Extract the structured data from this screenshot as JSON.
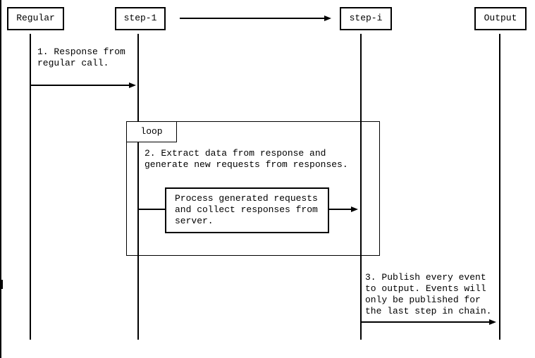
{
  "diagram": {
    "background": "#ffffff",
    "line_color": "#000000",
    "participants": [
      {
        "id": "regular",
        "label": "Regular"
      },
      {
        "id": "step-1",
        "label": "step-1"
      },
      {
        "id": "step-i",
        "label": "step-i"
      },
      {
        "id": "output",
        "label": "Output"
      }
    ],
    "loop": {
      "label": "loop"
    },
    "messages": [
      {
        "text": "1. Response from\nregular call."
      },
      {
        "text": "2. Extract data from response and\ngenerate new requests from responses."
      },
      {
        "text": "3. Publish every event\nto output. Events will\nonly be published for\nthe last step in chain."
      }
    ],
    "process_box": {
      "text": "Process generated requests\nand collect responses from\nserver."
    }
  }
}
